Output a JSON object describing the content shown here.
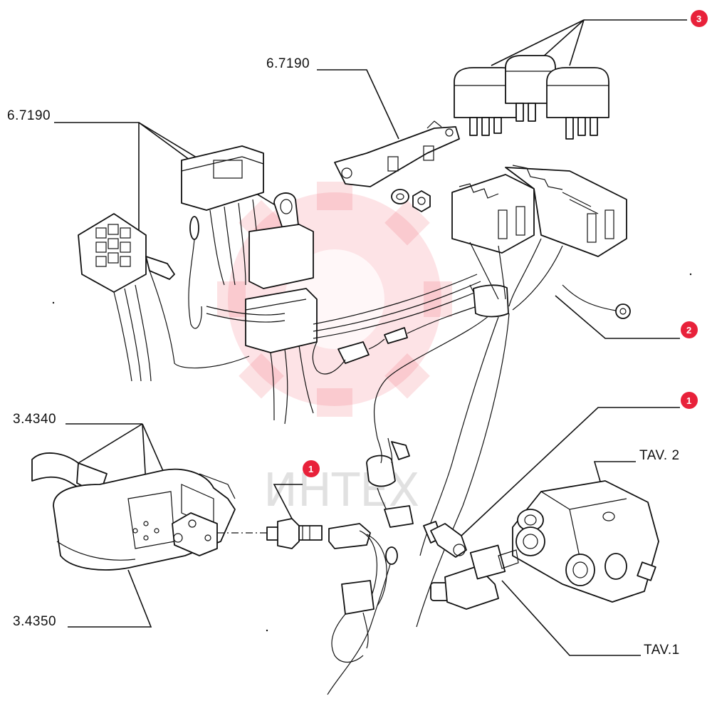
{
  "diagram": {
    "labels": {
      "relay_bracket": "6.7190",
      "connector_group": "6.7190",
      "pump_fitting": "3.4340",
      "pump_body": "3.4350",
      "tav2": "TAV. 2",
      "tav1": "TAV.1"
    },
    "callouts": {
      "c1": "3",
      "c2": "2",
      "c3": "1",
      "c4": "1"
    },
    "watermark": "ИНТЕХ",
    "colors": {
      "callout": "#e8213a",
      "ink": "#111111",
      "watermark": "#ec2a3b"
    }
  }
}
